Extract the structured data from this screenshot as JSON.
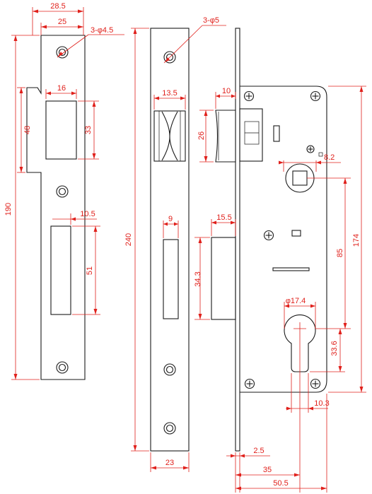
{
  "dimensions": {
    "strike_width_outer": "28.5",
    "strike_width_inner": "25",
    "strike_holes": "3-φ4.5",
    "strike_latch_width": "16",
    "strike_latch_height": "33",
    "strike_lip_height": "48",
    "strike_total_height": "190",
    "strike_bolt_width": "10.5",
    "strike_bolt_height": "51",
    "face_holes": "3-φ5",
    "face_roller_width": "13.5",
    "face_bolt_width": "9",
    "face_total_height": "240",
    "face_width": "23",
    "body_latch_projection": "10",
    "body_latch_height": "26",
    "body_square": "8.2",
    "body_bolt_projection": "15.5",
    "body_bolt_height": "34.3",
    "body_total_height": "174",
    "body_center_distance": "85",
    "body_cylinder_diameter": "φ17.4",
    "body_cylinder_height": "33.6",
    "body_cylinder_width": "10.3",
    "body_face_thickness": "2.5",
    "body_backset": "35",
    "body_depth": "50.5"
  },
  "colors": {
    "outline": "#1a1a1a",
    "dimension": "#e0201b"
  }
}
